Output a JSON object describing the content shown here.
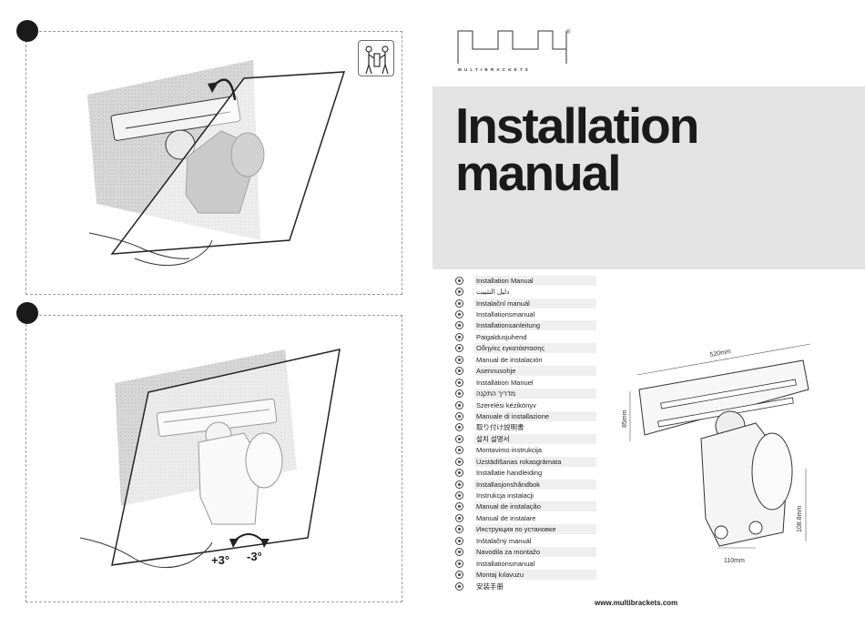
{
  "brand": {
    "name": "MULTIBRACKETS",
    "registered_mark": "®"
  },
  "title": {
    "line1": "Installation",
    "line2": "manual"
  },
  "languages": [
    "Installation Manual",
    "دليل التثبيت",
    "Instalační manuál",
    "Installationsmanual",
    "Installationsanleitung",
    "Paigaldusjuhend",
    "Οδηγίες εγκατάστασης",
    "Manual de instalación",
    "Asennusohje",
    "Installation Manuel",
    "מדריך התקנה",
    "Szerelési kézikönyv",
    "Manuale di installazione",
    "取り付け説明書",
    "설치 설명서",
    "Montavimo instrukcija",
    "Uzstādīšanas rokasgrāmata",
    "Installatie handleiding",
    "Installasjonshåndbok",
    "Instrukcja instalacji",
    "Manual de instalação",
    "Manual de instalare",
    "Инструкция по установке",
    "Inštalačný manuál",
    "Navodila za montažo",
    "Installationsmanual",
    "Montaj kılavuzu",
    "安装手册"
  ],
  "website": "www.multibrackets.com",
  "dimensions": {
    "width": "520mm",
    "height": "85mm",
    "depth": "108.8mm",
    "hole_spacing": "110mm"
  },
  "tilt": {
    "plus": "+3°",
    "minus": "-3°"
  },
  "icons": {
    "helpers": "two-people-carrying-icon",
    "rotate": "rotate-arrow-icon"
  }
}
